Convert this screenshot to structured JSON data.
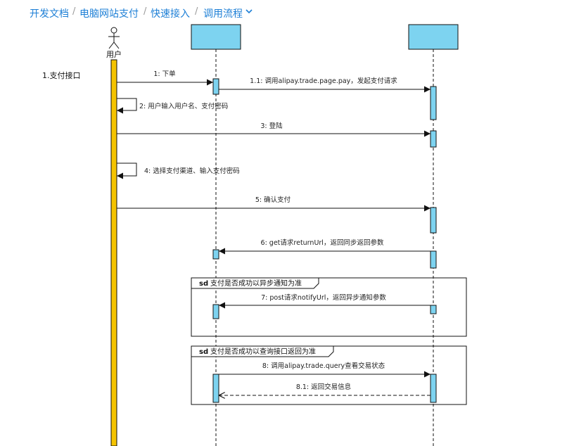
{
  "breadcrumb": {
    "items": [
      "开发文档",
      "电脑网站支付",
      "快速接入",
      "调用流程"
    ],
    "separator": "/"
  },
  "diagram": {
    "section_label": "1.支付接口",
    "actor_label": "用户",
    "participant_headers": [
      "",
      ""
    ],
    "messages": {
      "m1": "1: 下单",
      "m1_1": "1.1: 调用alipay.trade.page.pay，发起支付请求",
      "m2": "2: 用户输入用户名、支付密码",
      "m3": "3: 登陆",
      "m4": "4: 选择支付渠道、输入支付密码",
      "m5": "5: 确认支付",
      "m6": "6: get请求returnUrl，返回同步返回参数",
      "m7": "7: post请求notifyUrl，返回异步通知参数",
      "m8": "8: 调用alipay.trade.query查看交易状态",
      "m8_1": "8.1: 返回交易信息"
    },
    "frames": {
      "f1_keyword": "sd",
      "f1_title": "支付是否成功以异步通知为准",
      "f2_keyword": "sd",
      "f2_title": "支付是否成功以查询接口返回为准"
    },
    "colors": {
      "actor_activation": "#f5c400",
      "participant_fill": "#7dd3f0",
      "activation_fill": "#7dd3f0",
      "line": "#111111",
      "link": "#1d7fd6"
    }
  }
}
